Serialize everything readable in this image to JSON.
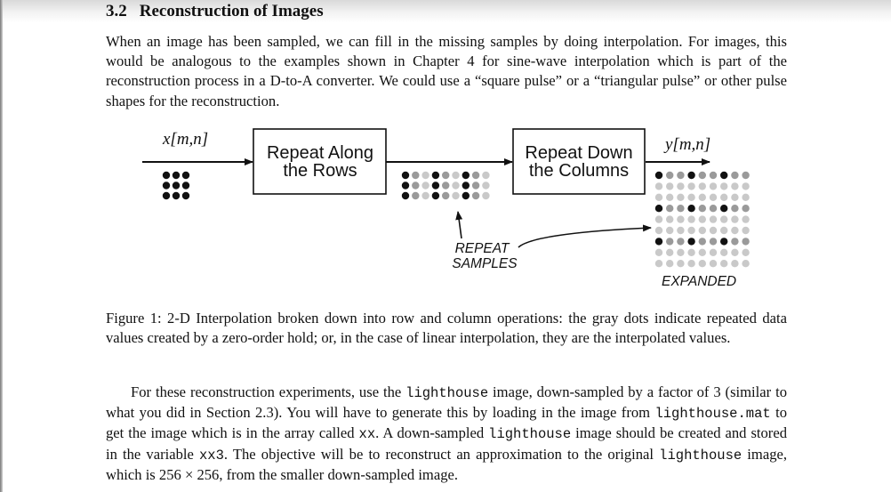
{
  "section": {
    "number": "3.2",
    "title": "Reconstruction of Images"
  },
  "intro_lines": [
    "When an image has been sampled, we can fill in the missing samples by doing interpolation. For images,",
    "this would be analogous to the examples shown in Chapter 4 for sine-wave interpolation which is part of the",
    "reconstruction process in a D-to-A converter. We could use a “square pulse” or a “triangular pulse” or other",
    "pulse shapes for the reconstruction."
  ],
  "figure": {
    "input_label": "x[m,n]",
    "output_label": "y[m,n]",
    "box1_line1": "Repeat Along",
    "box1_line2": "the Rows",
    "box2_line1": "Repeat Down",
    "box2_line2": "the Columns",
    "repeat_line1": "REPEAT",
    "repeat_line2": "SAMPLES",
    "expanded_label": "EXPANDED",
    "colors": {
      "black_dot": "#111111",
      "dark_gray_dot": "#9a9a9a",
      "light_gray_dot": "#c9c9c9"
    }
  },
  "caption": {
    "label": "Figure 1:",
    "text": "2-D Interpolation broken down into row and column operations: the gray dots indicate repeated data values created by a zero-order hold; or, in the case of linear interpolation, they are the interpolated values."
  },
  "para2": {
    "t1": "For these reconstruction experiments, use the ",
    "c1": "lighthouse",
    "t2": " image, down-sampled by a factor of 3 (similar to what you did in Section 2.3).  You will have to generate this by loading in the image from ",
    "c2": "lighthouse.mat",
    "t3": " to get the image which is in the array called ",
    "c3": "xx",
    "t4": ". A down-sampled ",
    "c4": "lighthouse",
    "t5": " image should be created and stored in the variable ",
    "c5": "xx3",
    "t6": ". The objective will be to reconstruct an approximation to the original ",
    "c6": "lighthouse",
    "t7": " image, which is 256 × 256, from the smaller down-sampled image."
  }
}
